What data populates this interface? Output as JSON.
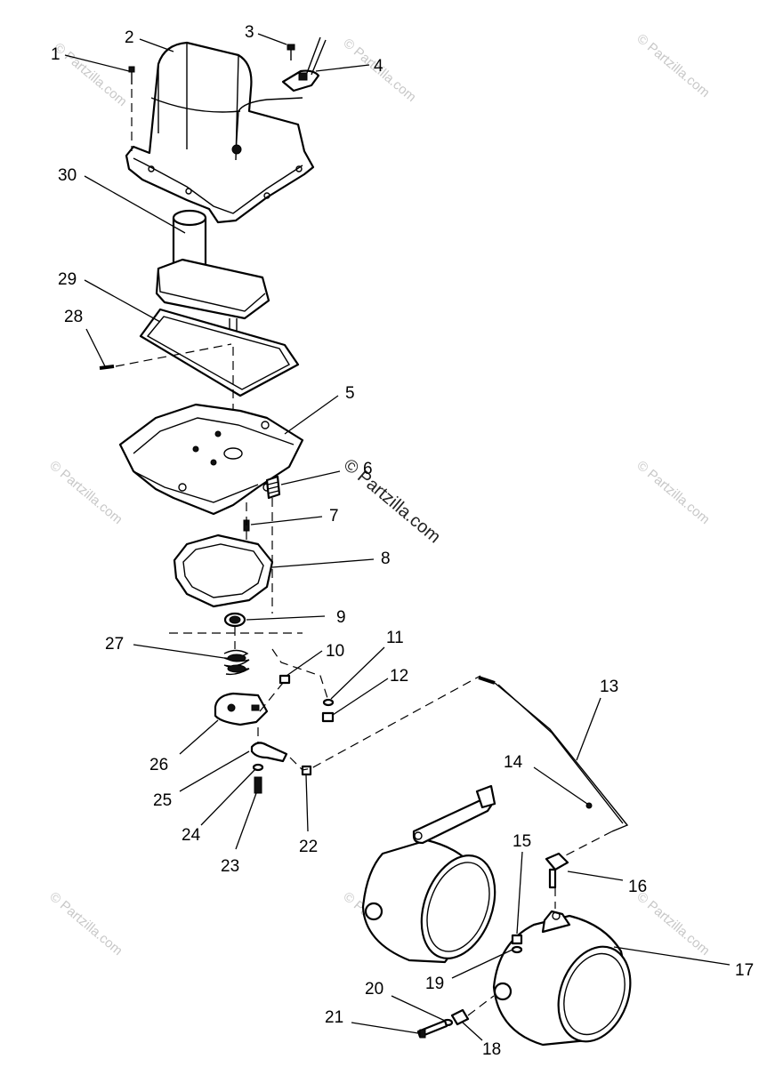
{
  "watermark": {
    "text": "© Partzilla.com",
    "prominent_text": "© Partzilla.com"
  },
  "callouts": [
    "1",
    "2",
    "3",
    "4",
    "5",
    "6",
    "7",
    "8",
    "9",
    "10",
    "11",
    "12",
    "13",
    "14",
    "15",
    "16",
    "17",
    "18",
    "19",
    "20",
    "21",
    "22",
    "23",
    "24",
    "25",
    "26",
    "27",
    "28",
    "29",
    "30"
  ]
}
